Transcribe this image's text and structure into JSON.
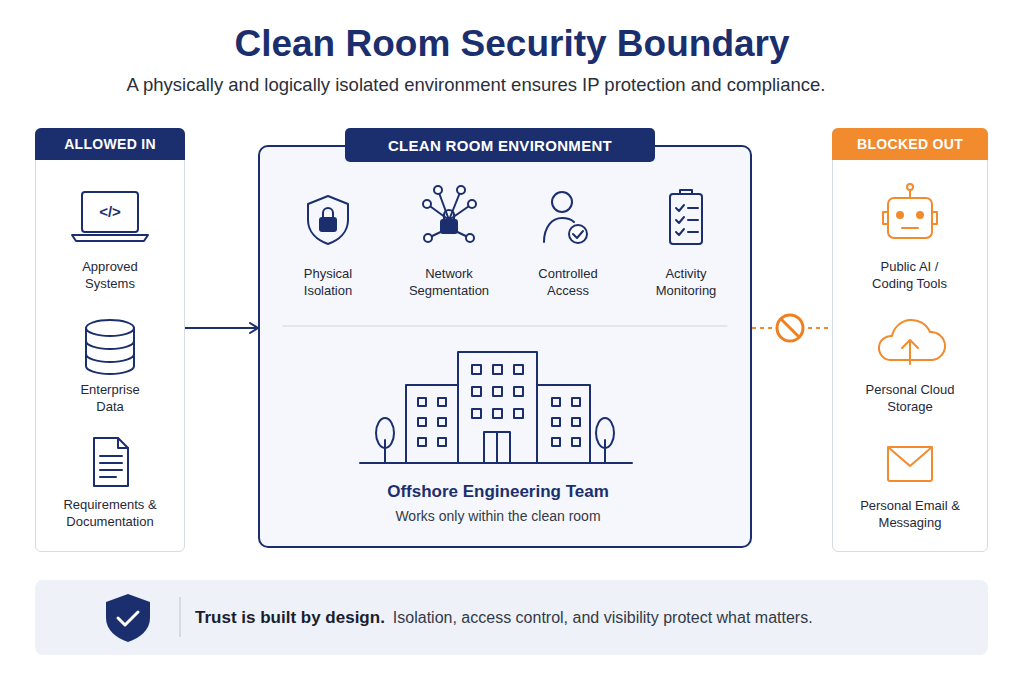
{
  "diagram": {
    "title": "Clean Room Security Boundary",
    "caption": "A physically and logically isolated environment ensures IP protection and compliance.",
    "nodes": [
      {
        "text": [
          "ALLOWED IN"
        ]
      },
      {
        "text": [
          "CLEAN ROOM ENVIRONMENT"
        ]
      },
      {
        "text": [
          "BLOCKED OUT"
        ]
      },
      {
        "text": [
          "Trust is built by design.",
          "Isolation, access control, and visibility protect what matters."
        ]
      }
    ],
    "edges": [
      {
        "from": 0,
        "to": 1,
        "arrow": "to"
      },
      {
        "from": 1,
        "to": 2,
        "arrow": "none"
      }
    ],
    "labels": [
      "</>",
      "Approved Systems",
      "Enterprise Data",
      "Requirements & Documentation",
      "Physical Isolation",
      "Network Segmentation",
      "Controlled Access",
      "Activity Monitoring",
      "Offshore Engineering Team",
      "Works only within the clean room",
      "Public AI / Coding Tools",
      "Personal Cloud Storage",
      "Personal Email & Messaging"
    ]
  }
}
